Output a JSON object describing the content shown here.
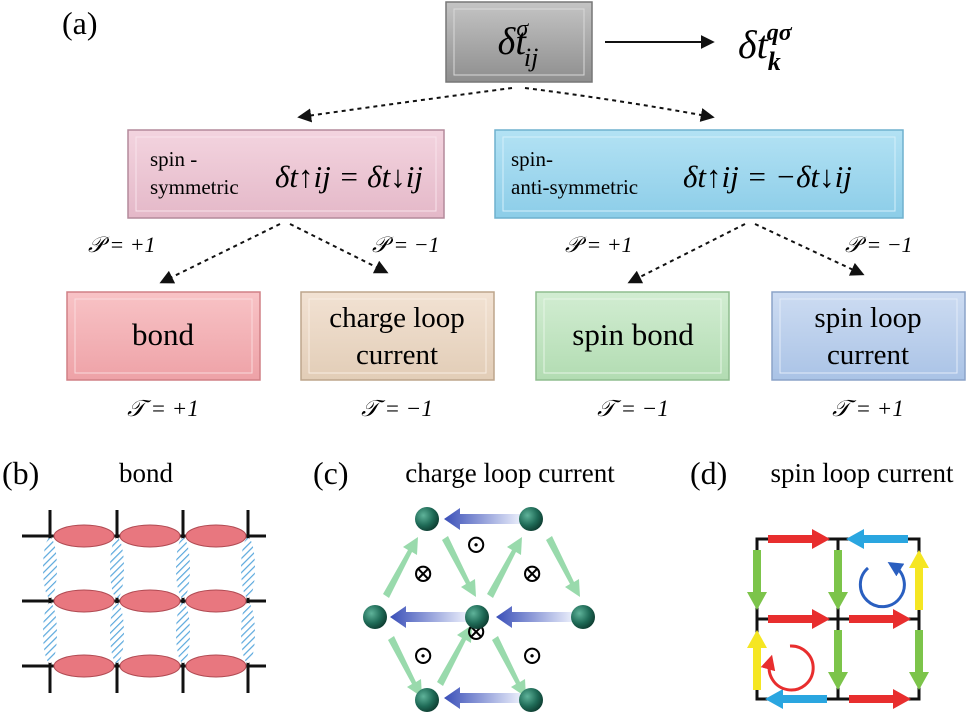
{
  "panel_a": {
    "label": "(a)",
    "root_box": {
      "text": "δt",
      "sub": "ij",
      "sup": "σ",
      "color": "#a7a7a7"
    },
    "arrow_target": {
      "text": "δt",
      "sub": "k",
      "sup": "qσ"
    },
    "sym_box": {
      "line1": "spin -",
      "line2": "symmetric",
      "eq": "δt↑ij = δt↓ij",
      "color": "#eec9d6"
    },
    "anti_box": {
      "line1": "spin-",
      "line2": "anti-symmetric",
      "eq": "δt↑ij = −δt↓ij",
      "color": "#9fd8ef"
    },
    "parity": {
      "plus": "𝒫 = +1",
      "minus": "𝒫 = −1"
    },
    "leaves": [
      {
        "line1": "bond",
        "line2": "",
        "color": "#f5b2b6",
        "T": "𝒯 = +1"
      },
      {
        "line1": "charge loop",
        "line2": "current",
        "color": "#ecd8c5",
        "T": "𝒯 = −1"
      },
      {
        "line1": "spin bond",
        "line2": "",
        "color": "#c3e6c3",
        "T": "𝒯 = −1"
      },
      {
        "line1": "spin loop",
        "line2": "current",
        "color": "#bcd0ec",
        "T": "𝒯 = +1"
      }
    ]
  },
  "panel_b": {
    "label": "(b)",
    "title": "bond"
  },
  "panel_c": {
    "label": "(c)",
    "title": "charge loop current",
    "dot_symbol": "⊙",
    "cross_symbol": "⊗"
  },
  "panel_d": {
    "label": "(d)",
    "title": "spin loop current"
  },
  "colors": {
    "bond_red": "#e8777f",
    "bond_blue": "#5aa8dd",
    "atom": "#1f6b57",
    "arrow_green": "#8fd6a4",
    "arrow_blue": "#3a4fb8",
    "spin_red": "#e82e2e",
    "spin_blue": "#2aa6e0",
    "spin_green": "#7cc44a",
    "spin_yellow": "#f5e622"
  }
}
